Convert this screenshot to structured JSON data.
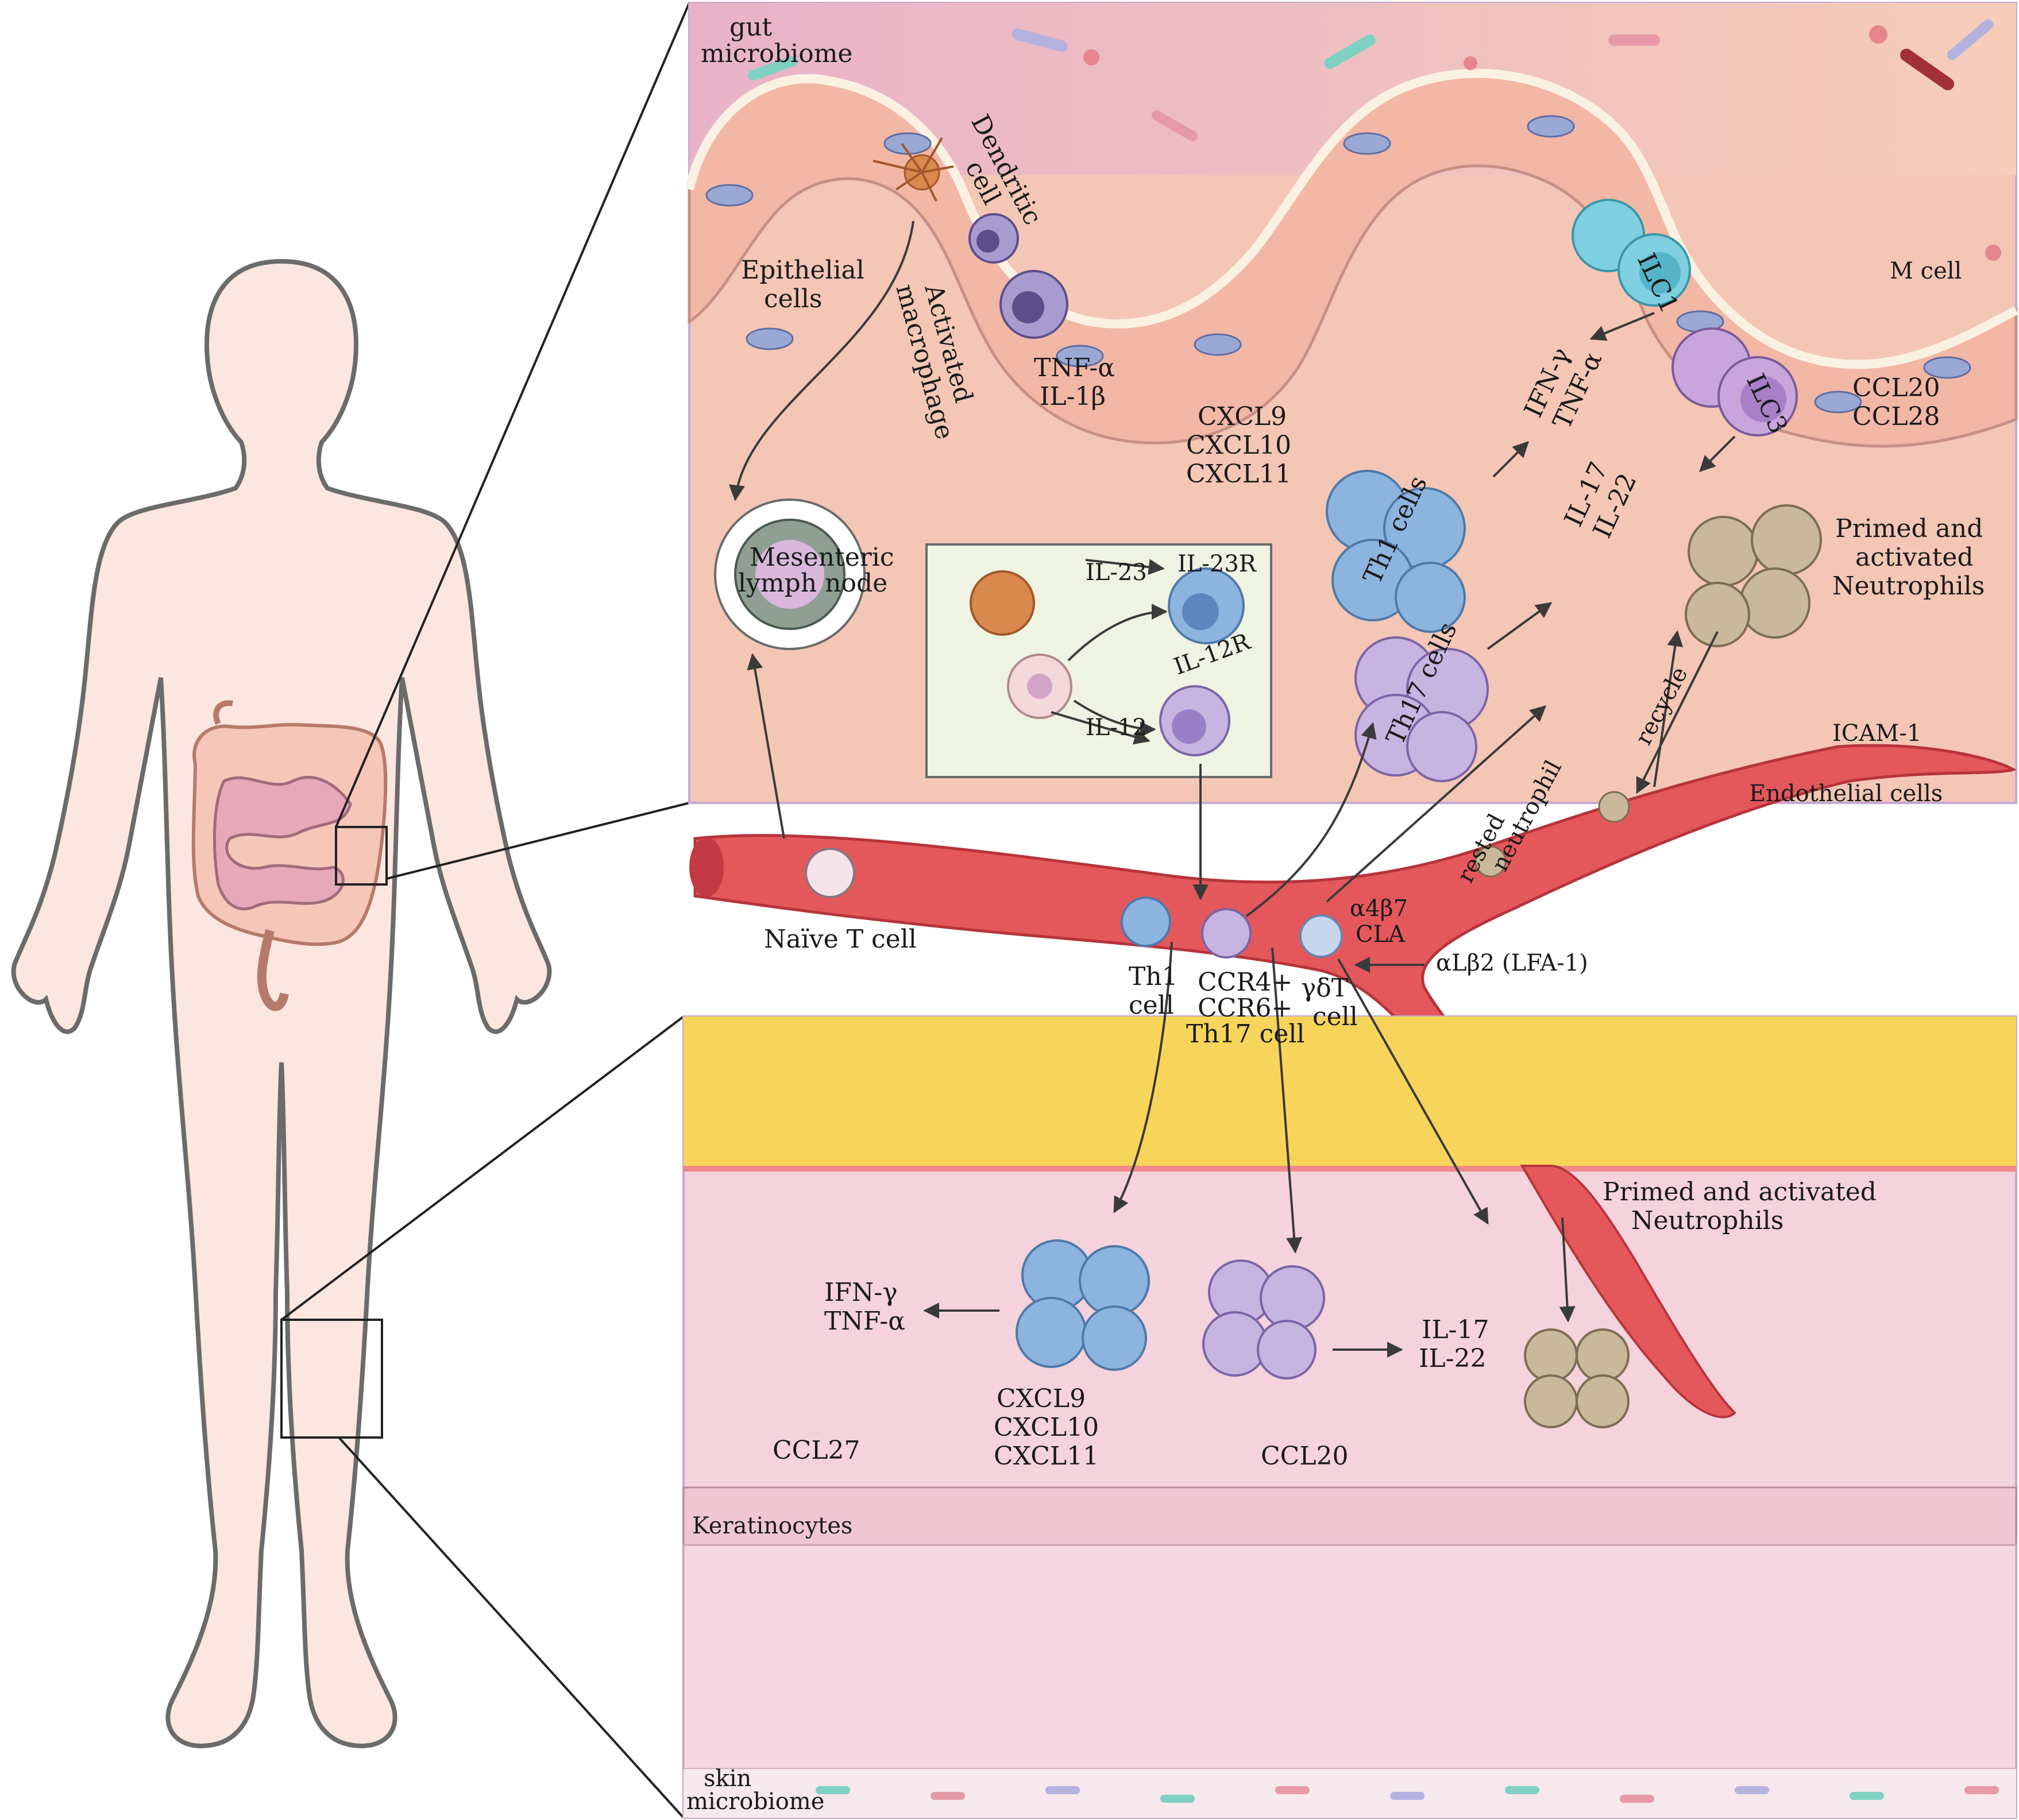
{
  "gut": {
    "microbiome": [
      "gut",
      "microbiome"
    ],
    "dendritic_cell": [
      "Dendritic",
      "cell"
    ],
    "epithelial_cells": [
      "Epithelial",
      "cells"
    ],
    "activated_macrophage": [
      "Activated",
      "macrophage"
    ],
    "macrophage_cytokines": [
      "TNF-α",
      "IL-1β"
    ],
    "chemokines": [
      "CXCL9",
      "CXCL10",
      "CXCL11"
    ],
    "ilc1": "ILC1",
    "ilc3": "ILC3",
    "m_cell": "M cell",
    "ifn_tnf": [
      "IFN-γ",
      "TNF-α"
    ],
    "ccl": [
      "CCL20",
      "CCL28"
    ],
    "il17_22": [
      "IL-17",
      "IL-22"
    ],
    "th1_cells": "Th1 cells",
    "th17_cells": "Th17 cells",
    "primed_neutrophils": [
      "Primed and",
      "activated",
      "Neutrophils"
    ],
    "lymph_node": [
      "Mesenteric",
      "lymph node"
    ],
    "il23": "IL-23",
    "il23r": "IL-23R",
    "il12": "IL-12",
    "il12r": "IL-12R",
    "recycle": "recycle",
    "icam1": "ICAM-1",
    "endothelial_cells": "Endothelial cells",
    "rested_neutrophil": [
      "rested",
      "neutrophil"
    ]
  },
  "blood": {
    "naive_t_cell": "Naïve T cell",
    "th1_cell": [
      "Th1",
      "cell"
    ],
    "th17_cell": [
      "CCR4+",
      "CCR6+",
      "Th17 cell"
    ],
    "gd_t_cell": [
      "γδT",
      "cell"
    ],
    "a4b7": "α4β7",
    "cla": "CLA",
    "alb2": "αLβ2 (LFA-1)"
  },
  "skin": {
    "primed_neutrophils": [
      "Primed and activated",
      "Neutrophils"
    ],
    "ifn_tnf": [
      "IFN-γ",
      "TNF-α"
    ],
    "il17_22": [
      "IL-17",
      "IL-22"
    ],
    "ccl27": "CCL27",
    "chemokines": [
      "CXCL9",
      "CXCL10",
      "CXCL11"
    ],
    "ccl20": "CCL20",
    "keratinocytes": "Keratinocytes",
    "microbiome": [
      "skin",
      "microbiome"
    ]
  },
  "colors": {
    "body": "#fbe6e0",
    "body_outline": "#6b6b6b",
    "gut_lumen": "#e9b2c6",
    "gut_tissue": "#f4c2b4",
    "epithelium": "#f3b7a6",
    "vessel": "#e4585c",
    "fat": "#f7d55a",
    "dermis": "#f4d3dc",
    "keratinocyte": "#f1c6d3",
    "th1": "#8db4de",
    "th17": "#b49ad0",
    "ilc1": "#7fcfe0",
    "ilc3": "#c8a6dc",
    "neutrophil": "#c9b99a",
    "dc": "#d9884e",
    "inset": "#eef3e2"
  }
}
